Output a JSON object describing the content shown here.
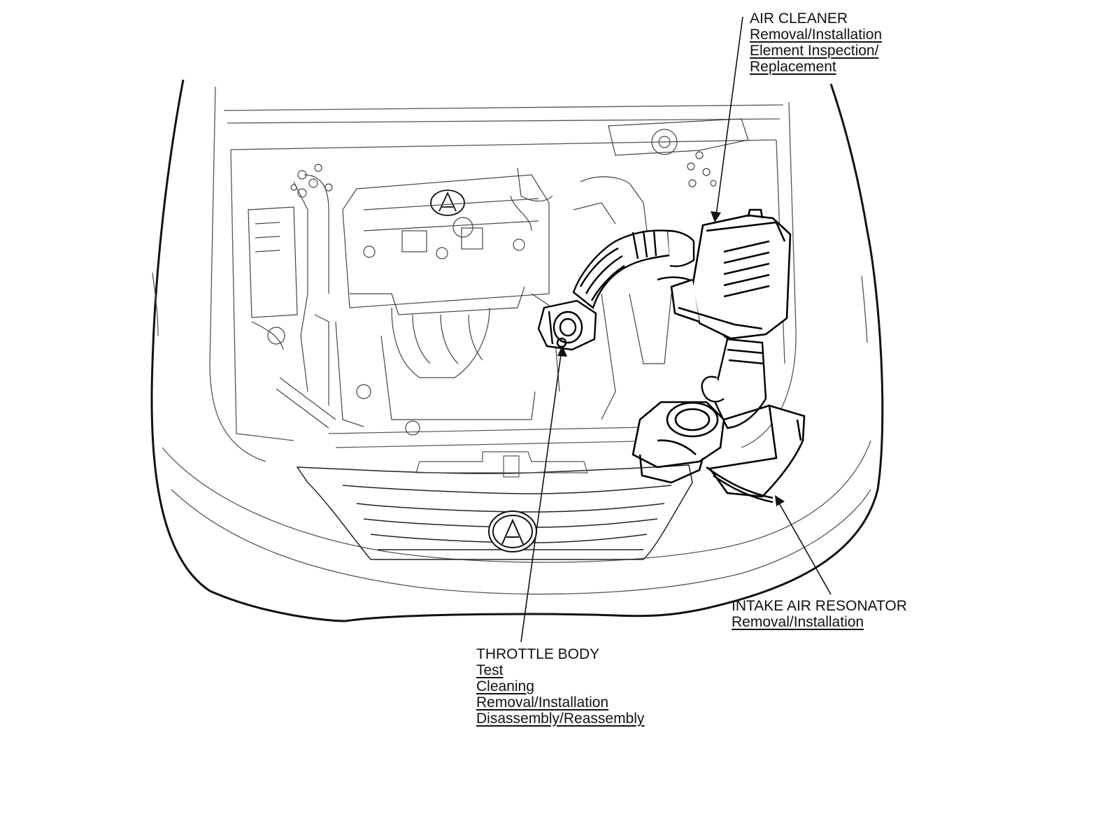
{
  "callouts": {
    "air_cleaner": {
      "title": "AIR CLEANER",
      "links": [
        "Removal/Installation",
        "Element Inspection/",
        "Replacement"
      ]
    },
    "throttle_body": {
      "title": "THROTTLE BODY",
      "links": [
        "Test",
        "Cleaning",
        "Removal/Installation",
        "Disassembly/Reassembly"
      ]
    },
    "intake_air_resonator": {
      "title": "INTAKE AIR RESONATOR",
      "links": [
        "Removal/Installation"
      ]
    }
  },
  "colors": {
    "line": "#111111",
    "detail": "#555555",
    "highlight": "#000000",
    "background": "#ffffff"
  }
}
